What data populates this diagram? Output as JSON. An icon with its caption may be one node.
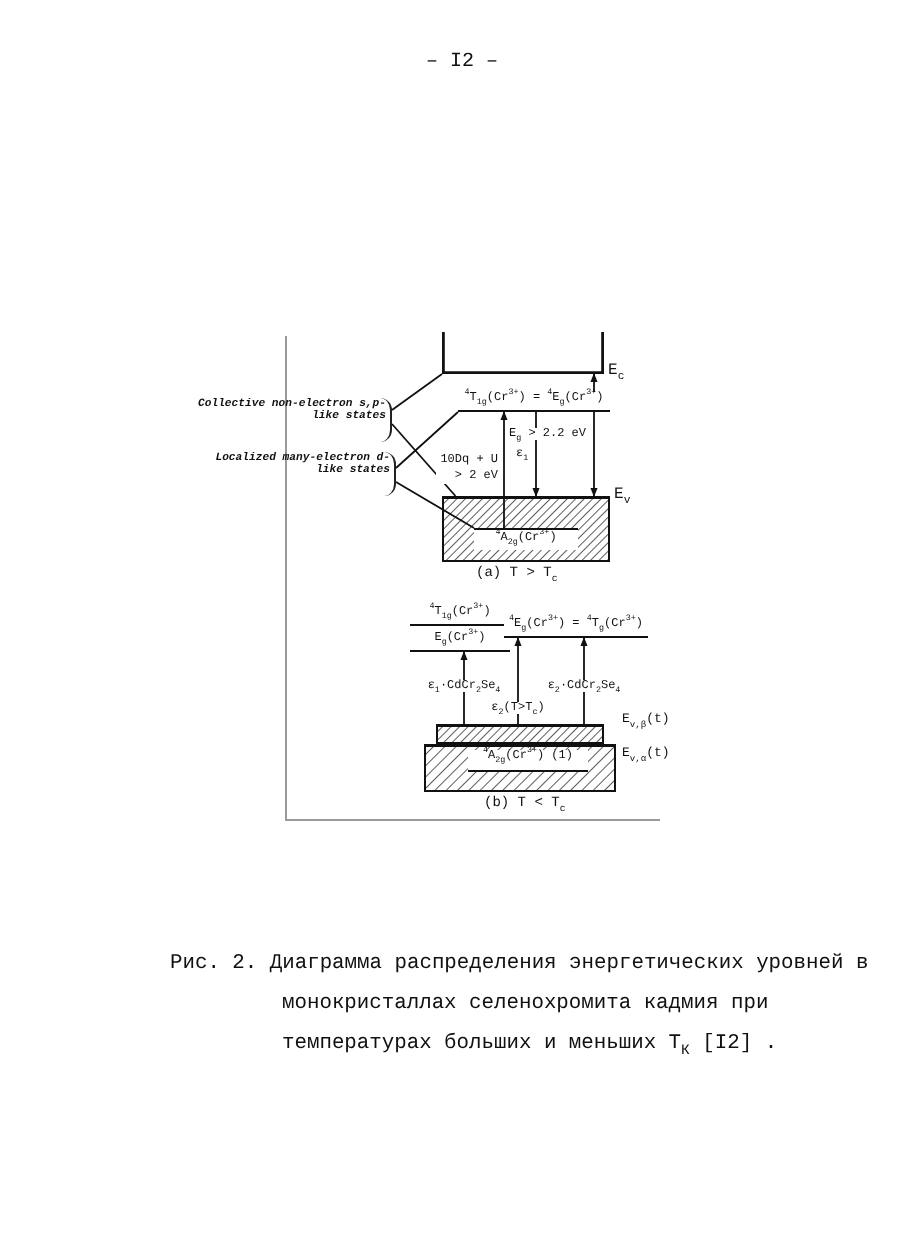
{
  "diagram": {
    "caption": "Рис. 2. Диаграмма распределения энергетических уровней в монокристаллах селенохромита кадмия при температурах больших и меньших T$_{К}$ [I2] .",
    "nodes": [
      {
        "text": [
          "Collective non-electron s,p-like states"
        ]
      },
      {
        "text": [
          "Localized many-electron d-like states"
        ]
      },
      {
        "text": [],
        "shape": "box"
      },
      {
        "text": [],
        "shape": "box"
      },
      {
        "text": [
          "$^{4}$T$_{1g}$(Cr$^{3+}$) = $^{4}$E$_{g}$(Cr$^{3+}$)"
        ]
      },
      {
        "text": [
          "$^{4}$A$_{2g}$(Cr$^{3+}$)"
        ],
        "in": 3
      },
      {
        "text": [
          "$^{4}$T$_{1g}$(Cr$^{3+}$)",
          "E$_{g}$(Cr$^{3+}$)"
        ]
      },
      {
        "text": [
          "$^{4}$E$_{g}$(Cr$^{3+}$) = $^{4}$T$_{g}$(Cr$^{3+}$)"
        ]
      },
      {
        "text": [],
        "shape": "box"
      },
      {
        "text": [],
        "shape": "box"
      },
      {
        "text": [
          "$^{4}$A$_{2g}$(Cr$^{3+}$) (1)"
        ],
        "in": 9
      }
    ],
    "edges": [
      {
        "from": 0,
        "to": 2,
        "arrow": "none"
      },
      {
        "from": 0,
        "to": 3,
        "arrow": "none"
      },
      {
        "from": 1,
        "to": 4,
        "arrow": "none"
      },
      {
        "from": 1,
        "to": 5,
        "arrow": "none"
      },
      {
        "from": 5,
        "to": 4,
        "arrow": "to",
        "label": "10Dq + U > 2 eV"
      },
      {
        "from": 4,
        "to": 3,
        "arrow": "to",
        "label": "ε$_{1}$"
      },
      {
        "from": 3,
        "to": 2,
        "arrow": "both",
        "label": "E$_{g}$ > 2.2 eV"
      },
      {
        "from": 8,
        "to": 6,
        "arrow": "to",
        "label": "ε$_{1}$·CdCr$_{2}$Se$_{4}$"
      },
      {
        "from": 8,
        "to": 7,
        "arrow": "to",
        "label": "ε$_{2}$(T>T$_{c}$)"
      },
      {
        "from": 8,
        "to": 7,
        "arrow": "to",
        "label": "ε$_{2}$·CdCr$_{2}$Se$_{4}$"
      }
    ],
    "labels": [
      "– I2 –",
      "E$_{c}$",
      "E$_{v}$",
      "(a) T > T$_{c}$",
      "E$_{v,β}$(t)",
      "E$_{v,α}$(t)",
      "(b) T < T$_{c}$"
    ]
  }
}
